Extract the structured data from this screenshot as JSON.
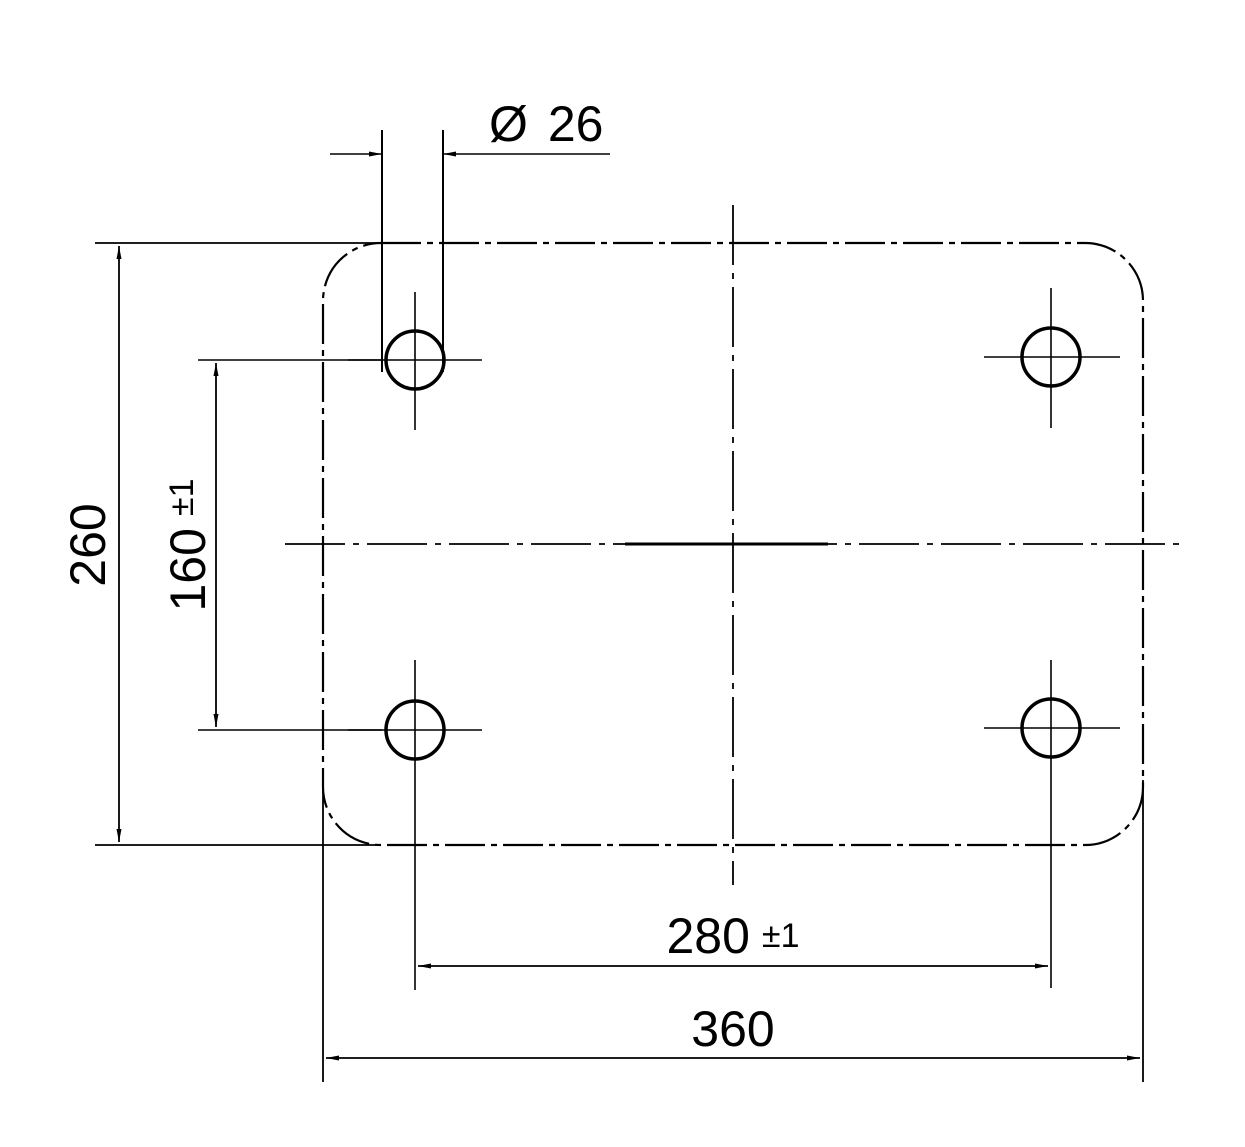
{
  "dimensions": {
    "hole_diameter": {
      "symbol": "Ø",
      "value": "26"
    },
    "overall_height": {
      "value": "260"
    },
    "hole_spacing_vertical": {
      "value": "160",
      "tolerance": "±1"
    },
    "hole_spacing_horizontal": {
      "value": "280",
      "tolerance": "±1"
    },
    "overall_width": {
      "value": "360"
    }
  },
  "colors": {
    "line": "#000000",
    "background": "#ffffff"
  }
}
